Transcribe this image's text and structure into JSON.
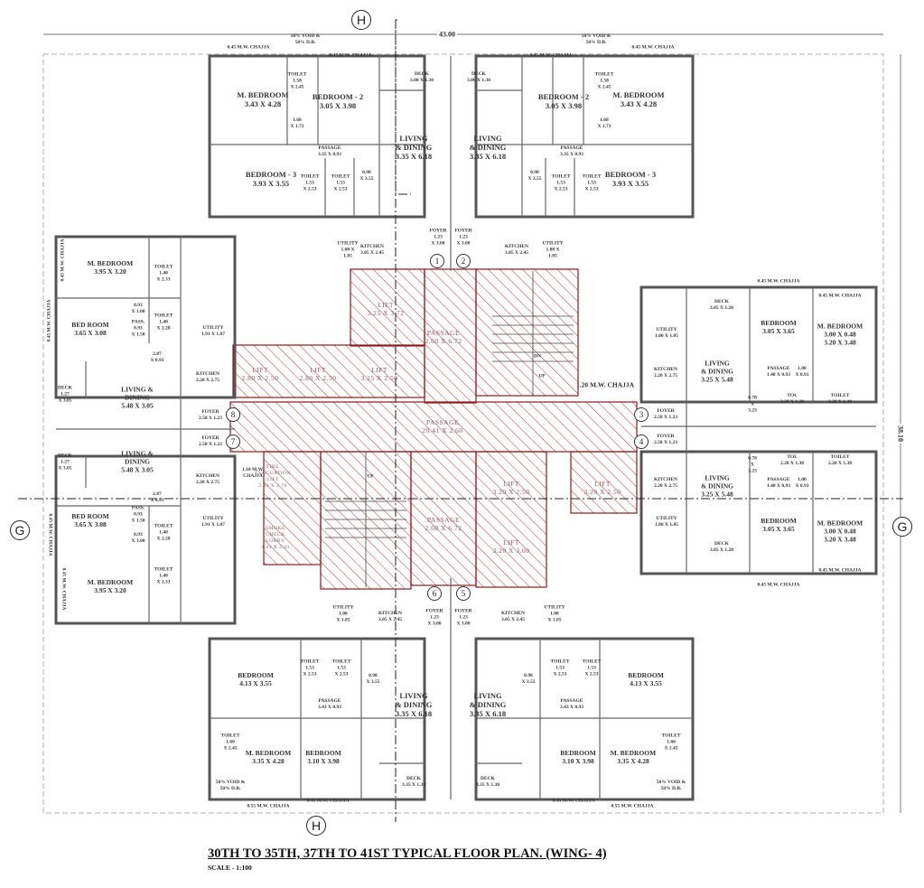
{
  "title": "30TH TO 35TH, 37TH TO 41ST TYPICAL FLOOR PLAN. (WING- 4)",
  "scale": "SCALE - 1:100",
  "overall_width": "43.00",
  "overall_depth": "38.10",
  "section_markers": [
    "H",
    "H",
    "G",
    "G"
  ],
  "colors": {
    "hatch": "#c0392b",
    "wall": "#555555",
    "line": "#333333"
  },
  "unit_numbers": [
    "1",
    "2",
    "3",
    "4",
    "5",
    "6",
    "7",
    "8"
  ],
  "rooms": [
    {
      "lines": [
        "M. BEDROOM",
        "3.43 X 4.28"
      ]
    },
    {
      "lines": [
        "TOILET",
        "1.58",
        "X 2.45"
      ]
    },
    {
      "lines": [
        "1.68",
        "X 1.73"
      ]
    },
    {
      "lines": [
        "BEDROOM - 2",
        "3.05 X 3.98"
      ]
    },
    {
      "lines": [
        "DECK",
        "3.00 X 1.30"
      ]
    },
    {
      "lines": [
        "LIVING",
        "& DINING",
        "3.35 X 6.18"
      ]
    },
    {
      "lines": [
        "PASSAGE",
        "3.35 X 0.93"
      ]
    },
    {
      "lines": [
        "BEDROOM - 3",
        "3.93 X 3.55"
      ]
    },
    {
      "lines": [
        "TOILET",
        "1.53",
        "X 2.53"
      ]
    },
    {
      "lines": [
        "TOILET",
        "1.53",
        "X 2.53"
      ]
    },
    {
      "lines": [
        "0.98",
        "X 3.55"
      ]
    },
    {
      "lines": [
        "M. BEDROOM",
        "3.43 X 4.28"
      ]
    },
    {
      "lines": [
        "TOILET",
        "1.58",
        "X 2.45"
      ]
    },
    {
      "lines": [
        "1.68",
        "X 1.73"
      ]
    },
    {
      "lines": [
        "BEDROOM - 2",
        "3.05 X 3.98"
      ]
    },
    {
      "lines": [
        "DECK",
        "3.00 X 1.30"
      ]
    },
    {
      "lines": [
        "LIVING",
        "& DINING",
        "3.35 X 6.18"
      ]
    },
    {
      "lines": [
        "PASSAGE",
        "3.35 X 0.93"
      ]
    },
    {
      "lines": [
        "BEDROOM - 3",
        "3.93 X 3.55"
      ]
    },
    {
      "lines": [
        "TOILET",
        "1.53",
        "X 2.53"
      ]
    },
    {
      "lines": [
        "TOILET",
        "1.53",
        "X 2.53"
      ]
    },
    {
      "lines": [
        "0.98",
        "X 3.55"
      ]
    },
    {
      "lines": [
        "UTILITY",
        "1.08 X",
        "1.85"
      ]
    },
    {
      "lines": [
        "KITCHEN",
        "3.05 X 2.45"
      ]
    },
    {
      "lines": [
        "FOYER",
        "1.23",
        "X 3.00"
      ]
    },
    {
      "lines": [
        "FOYER",
        "1.23",
        "X 3.00"
      ]
    },
    {
      "lines": [
        "KITCHEN",
        "3.05 X 2.45"
      ]
    },
    {
      "lines": [
        "UTILITY",
        "1.08 X",
        "1.85"
      ]
    },
    {
      "lines": [
        "LIFT",
        "3.25 X 3.72"
      ]
    },
    {
      "lines": [
        "PASSAGE",
        "2.60 X 6.72"
      ]
    },
    {
      "lines": [
        "LIFT",
        "2.80 X 2.50"
      ]
    },
    {
      "lines": [
        "LIFT",
        "2.80 X 2.50"
      ]
    },
    {
      "lines": [
        "LIFT",
        "3.25 X 2.50"
      ]
    },
    {
      "lines": [
        "1.20 M.W. CHAJJA"
      ]
    },
    {
      "lines": [
        "PASSAGE",
        "20.41 X 2.60"
      ]
    },
    {
      "lines": [
        "FOYER",
        "2.58 X 1.23"
      ]
    },
    {
      "lines": [
        "FOYER",
        "2.58 X 1.23"
      ]
    },
    {
      "lines": [
        "KITCHEN",
        "2.20 X 2.75"
      ]
    },
    {
      "lines": [
        "KITCHEN",
        "2.20 X 2.75"
      ]
    },
    {
      "lines": [
        "UTILITY",
        "1.91 X 1.07"
      ]
    },
    {
      "lines": [
        "UTILITY",
        "1.91 X 1.07"
      ]
    },
    {
      "lines": [
        "M. BEDROOM",
        "3.95 X 3.20"
      ]
    },
    {
      "lines": [
        "TOILET",
        "1.40",
        "X 2.33"
      ]
    },
    {
      "lines": [
        "BED ROOM",
        "3.65 X 3.08"
      ]
    },
    {
      "lines": [
        "0.93",
        "X 1.00"
      ]
    },
    {
      "lines": [
        "PASS.",
        "0.93",
        "X 1.50"
      ]
    },
    {
      "lines": [
        "TOILET",
        "1.40",
        "X 2.28"
      ]
    },
    {
      "lines": [
        "2.87",
        "X 0.93"
      ]
    },
    {
      "lines": [
        "DECK",
        "1.27",
        "X 3.05"
      ]
    },
    {
      "lines": [
        "LIVING &",
        "DINING",
        "5.48 X 3.05"
      ]
    },
    {
      "lines": [
        "DECK",
        "1.27",
        "X 3.05"
      ]
    },
    {
      "lines": [
        "LIVING &",
        "DINING",
        "5.48 X 3.05"
      ]
    },
    {
      "lines": [
        "2.87",
        "X 0.93"
      ]
    },
    {
      "lines": [
        "BED ROOM",
        "3.65 X 3.08"
      ]
    },
    {
      "lines": [
        "PASS.",
        "0.93",
        "X 1.50"
      ]
    },
    {
      "lines": [
        "0.93",
        "X 1.00"
      ]
    },
    {
      "lines": [
        "TOILET",
        "1.40",
        "X 2.28"
      ]
    },
    {
      "lines": [
        "M. BEDROOM",
        "3.95 X 3.20"
      ]
    },
    {
      "lines": [
        "TOILET",
        "1.40",
        "X 2.33"
      ]
    },
    {
      "lines": [
        "DECK",
        "3.05 X 1.28"
      ]
    },
    {
      "lines": [
        "BEDROOM",
        "3.05 X 3.65"
      ]
    },
    {
      "lines": [
        "M. BEDROOM",
        "3.00 X 0.48",
        "3.20 X 3.48"
      ]
    },
    {
      "lines": [
        "UTILITY",
        "1.80 X 1.05"
      ]
    },
    {
      "lines": [
        "KITCHEN",
        "2.20 X 2.75"
      ]
    },
    {
      "lines": [
        "LIVING",
        "& DINING",
        "3.25 X 5.48"
      ]
    },
    {
      "lines": [
        "PASSAGE",
        "1.48 X 0.93"
      ]
    },
    {
      "lines": [
        "1.00",
        "X 0.93"
      ]
    },
    {
      "lines": [
        "0.78",
        "X",
        "3.23"
      ]
    },
    {
      "lines": [
        "TOI.",
        "2.28 X 1.38"
      ]
    },
    {
      "lines": [
        "TOILET",
        "2.28 X 1.38"
      ]
    },
    {
      "lines": [
        "FOYER",
        "2.58 X 1.23"
      ]
    },
    {
      "lines": [
        "FOYER",
        "2.58 X 1.23"
      ]
    },
    {
      "lines": [
        "TOI.",
        "2.28 X 1.38"
      ]
    },
    {
      "lines": [
        "TOILET",
        "2.28 X 1.38"
      ]
    },
    {
      "lines": [
        "0.78",
        "X",
        "3.23"
      ]
    },
    {
      "lines": [
        "KITCHEN",
        "2.20 X 2.75"
      ]
    },
    {
      "lines": [
        "LIVING",
        "& DINING",
        "3.25 X 5.48"
      ]
    },
    {
      "lines": [
        "PASSAGE",
        "1.48 X 0.93"
      ]
    },
    {
      "lines": [
        "1.00",
        "X 0.93"
      ]
    },
    {
      "lines": [
        "UTILITY",
        "1.80 X 1.05"
      ]
    },
    {
      "lines": [
        "BEDROOM",
        "3.05 X 3.65"
      ]
    },
    {
      "lines": [
        "M. BEDROOM",
        "3.00 X 0.48",
        "3.20 X 3.48"
      ]
    },
    {
      "lines": [
        "DECK",
        "3.05 X 1.28"
      ]
    },
    {
      "lines": [
        "FIRE",
        "EVACUATION",
        "LIFT",
        "2.43 X 2.70"
      ]
    },
    {
      "lines": [
        "SMOKE",
        "CHECK",
        "LOBBY",
        "2.43 X 2.43"
      ]
    },
    {
      "lines": [
        "1.10 M.W.",
        "CHAJJA"
      ]
    },
    {
      "lines": [
        "PASSAGE",
        "2.60 X 6.72"
      ]
    },
    {
      "lines": [
        "LIFT",
        "3.20 X 2.50"
      ]
    },
    {
      "lines": [
        "LIFT",
        "3.20 X 2.50"
      ]
    },
    {
      "lines": [
        "LIFT",
        "3.20 X 3.60"
      ]
    },
    {
      "lines": [
        "FOYER",
        "1.23",
        "X 3.00"
      ]
    },
    {
      "lines": [
        "FOYER",
        "1.23",
        "X 3.00"
      ]
    },
    {
      "lines": [
        "KITCHEN",
        "3.05 X 2.45"
      ]
    },
    {
      "lines": [
        "KITCHEN",
        "3.05 X 2.45"
      ]
    },
    {
      "lines": [
        "UTILITY",
        "1.08",
        "X 1.85"
      ]
    },
    {
      "lines": [
        "UTILITY",
        "1.08",
        "X 1.85"
      ]
    },
    {
      "lines": [
        "BEDROOM",
        "4.13 X 3.55"
      ]
    },
    {
      "lines": [
        "TOILET",
        "1.53",
        "X 2.53"
      ]
    },
    {
      "lines": [
        "TOILET",
        "1.53",
        "X 2.53"
      ]
    },
    {
      "lines": [
        "0.98",
        "X 3.55"
      ]
    },
    {
      "lines": [
        "PASSAGE",
        "3.43 X 0.93"
      ]
    },
    {
      "lines": [
        "LIVING",
        "& DINING",
        "3.35 X 6.18"
      ]
    },
    {
      "lines": [
        "TOILET",
        "1.60",
        "X 2.45"
      ]
    },
    {
      "lines": [
        "M. BEDROOM",
        "3.35 X 4.28"
      ]
    },
    {
      "lines": [
        "BEDROOM",
        "3.10 X 3.98"
      ]
    },
    {
      "lines": [
        "DECK",
        "3.35 X 1.30"
      ]
    },
    {
      "lines": [
        "BEDROOM",
        "4.13 X 3.55"
      ]
    },
    {
      "lines": [
        "TOILET",
        "1.53",
        "X 2.53"
      ]
    },
    {
      "lines": [
        "TOILET",
        "1.53",
        "X 2.53"
      ]
    },
    {
      "lines": [
        "0.98",
        "X 3.55"
      ]
    },
    {
      "lines": [
        "PASSAGE",
        "3.43 X 0.93"
      ]
    },
    {
      "lines": [
        "LIVING",
        "& DINING",
        "3.35 X 6.18"
      ]
    },
    {
      "lines": [
        "TOILET",
        "1.60",
        "X 2.45"
      ]
    },
    {
      "lines": [
        "M. BEDROOM",
        "3.35 X 4.28"
      ]
    },
    {
      "lines": [
        "BEDROOM",
        "3.10 X 3.98"
      ]
    },
    {
      "lines": [
        "DECK",
        "3.35 X 1.30"
      ]
    },
    {
      "lines": [
        "0.45 M.W. CHAJJA"
      ]
    },
    {
      "lines": [
        "0.45 M.W. CHAJJA"
      ]
    },
    {
      "lines": [
        "0.45 M.W. CHAJJA"
      ]
    },
    {
      "lines": [
        "0.45 M.W. CHAJJA"
      ]
    },
    {
      "lines": [
        "0.45 M.W. CHAJJA"
      ]
    },
    {
      "lines": [
        "0.45 M.W. CHAJJA"
      ]
    },
    {
      "lines": [
        "0.45 M.W. CHAJJA"
      ]
    },
    {
      "lines": [
        "0.45 M.W. CHAJJA"
      ]
    },
    {
      "lines": [
        "0.45 M.W. CHAJJA"
      ]
    },
    {
      "lines": [
        "0.45 M.W. CHAJJA"
      ]
    },
    {
      "lines": [
        "0.45 M.W. CHAJJA"
      ]
    },
    {
      "lines": [
        "0.45 M.W. CHAJJA"
      ]
    },
    {
      "lines": [
        "0.55 M.W. CHAJJA"
      ]
    },
    {
      "lines": [
        "0.45 M.W. CHAJJA"
      ]
    },
    {
      "lines": [
        "0.45 M.W. CHAJJA"
      ]
    },
    {
      "lines": [
        "0.55 M.W. CHAJJA"
      ]
    },
    {
      "lines": [
        "50% VOID &",
        "50% D.B."
      ]
    },
    {
      "lines": [
        "50% VOID &",
        "50% D.B."
      ]
    },
    {
      "lines": [
        "50% VOID &",
        "50% D.B."
      ]
    },
    {
      "lines": [
        "50% VOID &",
        "50% D.B."
      ]
    },
    {
      "lines": [
        "UP"
      ]
    },
    {
      "lines": [
        "DN"
      ]
    },
    {
      "lines": [
        "UP"
      ]
    }
  ]
}
